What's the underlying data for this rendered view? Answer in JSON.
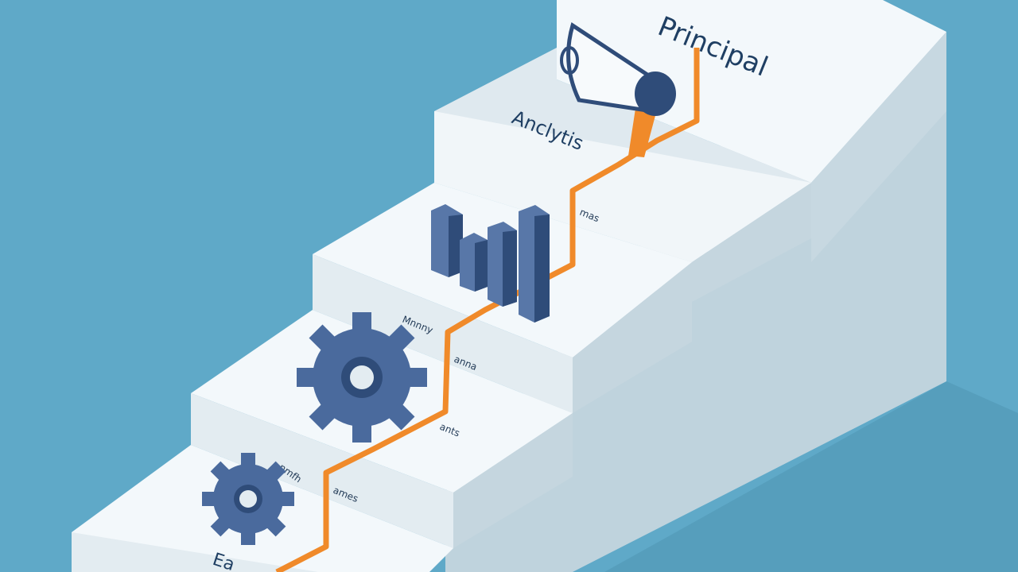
{
  "scene": {
    "background_color": "#5fa9c8",
    "step_top_color": "#f3f8fb",
    "step_front_color": "#e6eef3",
    "step_side_color": "#bfd2dc",
    "path_color": "#f08a2a",
    "icon_color": "#4a6a9d",
    "icon_dark_color": "#2f4c79"
  },
  "labels": {
    "top_step": "Principal",
    "fourth_step": "Anclytis",
    "bottom_step": "Ea"
  },
  "sublabels": {
    "s1": "nmfh",
    "s1b": "ames",
    "s2": "Mnnny",
    "s2b": "anna",
    "s3": "ants",
    "s4": "mas"
  },
  "icons": [
    {
      "name": "gear-icon-small"
    },
    {
      "name": "gear-icon-large"
    },
    {
      "name": "bar-chart-icon"
    },
    {
      "name": "megaphone-icon"
    }
  ]
}
